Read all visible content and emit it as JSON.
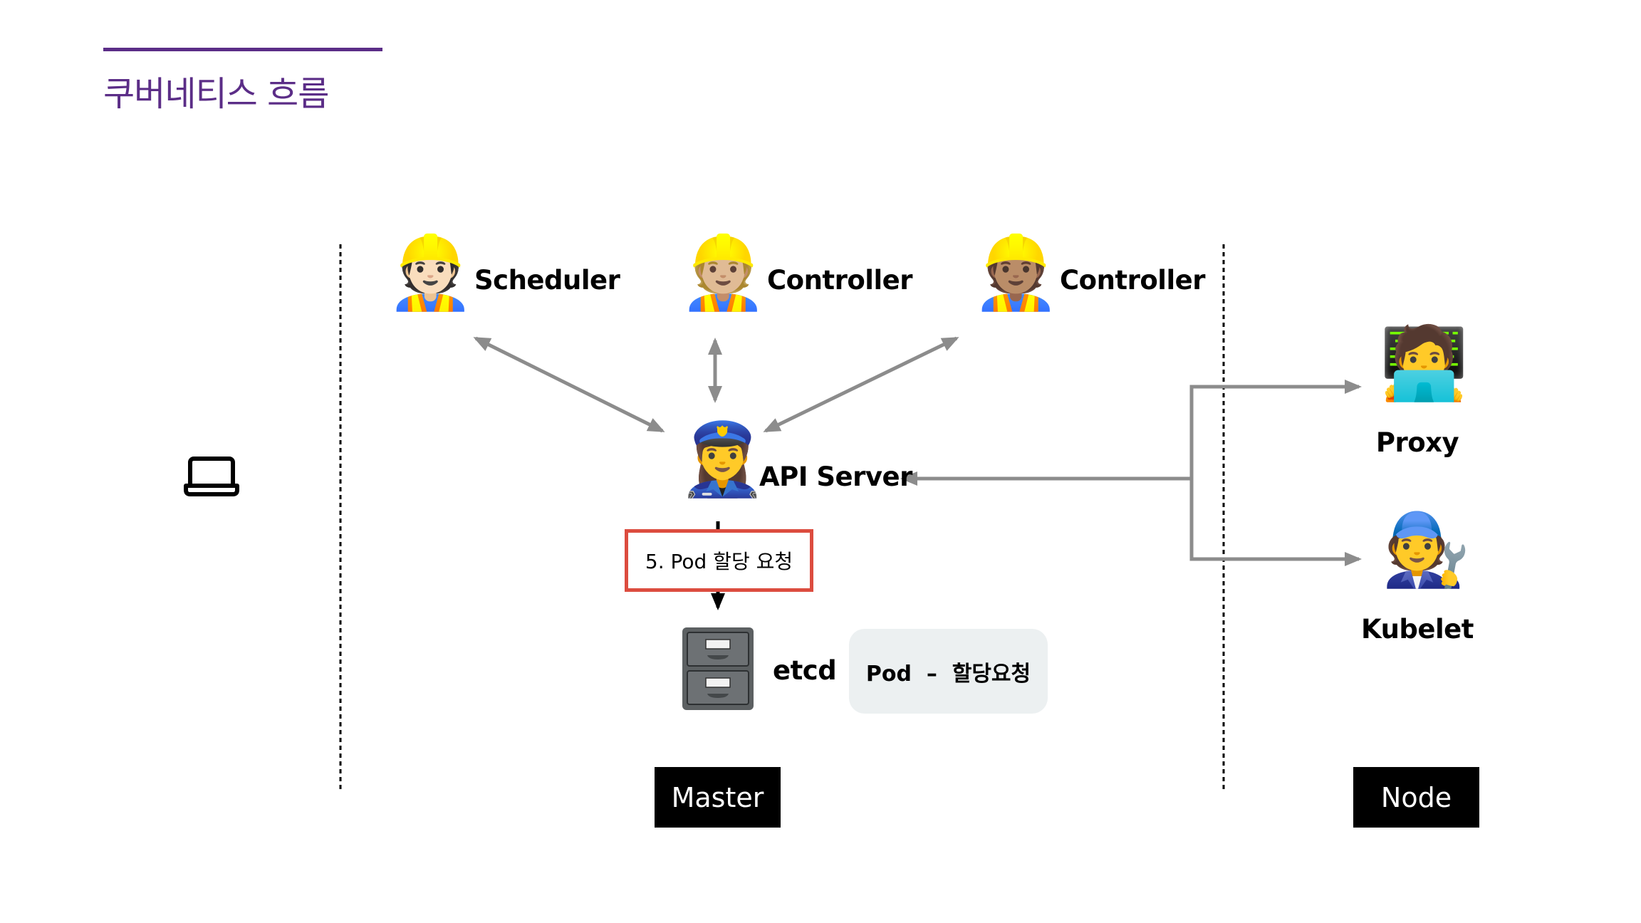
{
  "slide": {
    "title": "쿠버네티스 흐름",
    "accent_color": "#5b2d87"
  },
  "client": {
    "icon": "laptop-icon"
  },
  "master": {
    "components": [
      {
        "id": "scheduler",
        "label": "Scheduler",
        "icon": "construction-worker-icon",
        "emoji": "👷🏻"
      },
      {
        "id": "controller-1",
        "label": "Controller",
        "icon": "construction-worker-icon",
        "emoji": "👷🏼"
      },
      {
        "id": "controller-2",
        "label": "Controller",
        "icon": "construction-worker-icon",
        "emoji": "👷🏽"
      },
      {
        "id": "api-server",
        "label": "API Server",
        "icon": "police-officer-icon",
        "emoji": "👮‍♀️"
      },
      {
        "id": "etcd",
        "label": "etcd",
        "icon": "file-cabinet-icon",
        "emoji": "🗄️"
      }
    ],
    "step_label": "5. Pod 할당 요청",
    "step_color": "#dc4c3f",
    "etcd_record": "Pod  –  할당요청",
    "tag": "Master"
  },
  "node": {
    "components": [
      {
        "id": "proxy",
        "label": "Proxy",
        "icon": "technologist-icon",
        "emoji": "🧑‍💻"
      },
      {
        "id": "kubelet",
        "label": "Kubelet",
        "icon": "mechanic-icon",
        "emoji": "🧑‍🔧"
      }
    ],
    "tag": "Node"
  },
  "connector_color": "#8c8c8c"
}
